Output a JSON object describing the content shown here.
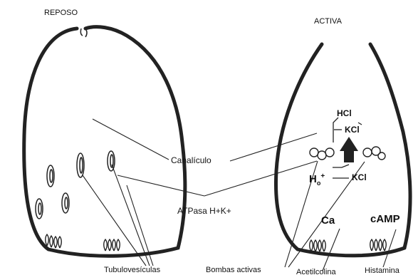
{
  "states": {
    "resting": "REPOSO",
    "active": "ACTIVA"
  },
  "labels": {
    "canaliculo": "Canalículo",
    "atpasa": "ATPasa H+K+",
    "tubulovesiculas": "Tubulovesículas",
    "bombas_activas": "Bombas activas",
    "acetilcolina": "Acetilcolina",
    "histamina": "Histamina"
  },
  "chemistry": {
    "hcl": "HCl",
    "kcl_top": "KCl",
    "kcl_bottom": "KCl",
    "h": "H",
    "sub": "o",
    "plus": "+",
    "ca": "Ca",
    "camp": "cAMP"
  },
  "icons": [
    "receptor-icon",
    "tubulovesicle-icon",
    "pump-icon",
    "arrow-icon"
  ]
}
